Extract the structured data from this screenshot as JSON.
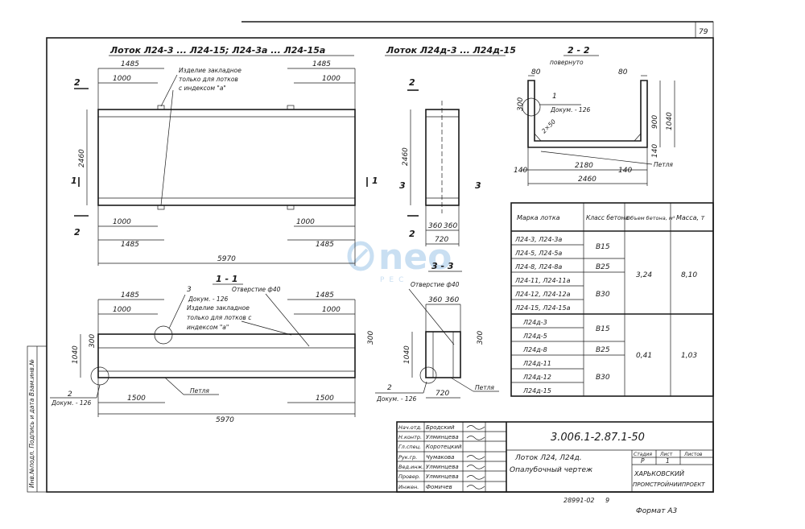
{
  "sheet": {
    "page_number": "79",
    "doc_code": "3.006.1-2.87.1-50",
    "title_line1": "Лоток Л24, Л24д.",
    "title_line2": "Опалубочный чертеж",
    "stage_head": "Стадия",
    "sheet_head": "Лист",
    "sheets_head": "Листов",
    "stage": "Р",
    "sheet": "1",
    "org_line1": "ХАРЬКОВСКИЙ",
    "org_line2": "ПРОМСТРОЙНИИПРОЕКТ",
    "archive_no": "28991-02",
    "archive_page": "9",
    "format": "Формат А3",
    "side_stamp": "Инв.№подл. Подпись и дата Взам.инв.№"
  },
  "watermark": {
    "logo": "neo",
    "sub": "PEC"
  },
  "signatures": [
    {
      "role": "Нач.отд.",
      "name": "Бродский"
    },
    {
      "role": "Н.контр.",
      "name": "Улминцева"
    },
    {
      "role": "Гл.спец.",
      "name": "Коротецкий"
    },
    {
      "role": "Рук.гр.",
      "name": "Чумакова"
    },
    {
      "role": "Вед.инж.",
      "name": "Улминцева"
    },
    {
      "role": "Провер.",
      "name": "Улминцева"
    },
    {
      "role": "Инжен.",
      "name": "Фомичев"
    }
  ],
  "plan_view": {
    "title": "Лоток Л24-3 ... Л24-15; Л24-3а ... Л24-15а",
    "note_line1": "Изделие закладное",
    "note_line2": "только для лотков",
    "note_line3": "с индексом \"а\"",
    "dims": {
      "top_left_outer": "1485",
      "top_left_inner": "1000",
      "top_right_outer": "1485",
      "top_right_inner": "1000",
      "height": "2460",
      "bottom_left_inner": "1000",
      "bottom_left_outer": "1485",
      "bottom_right_inner": "1000",
      "bottom_right_outer": "1485",
      "length": "5970"
    },
    "cut_2": "2",
    "cut_1": "1"
  },
  "end_view": {
    "title": "Лоток Л24д-3 ... Л24д-15",
    "dims": {
      "height": "2460",
      "w_left": "360",
      "w_right": "360",
      "width": "720"
    },
    "cut_2": "2",
    "cut_3": "3"
  },
  "section_22": {
    "title": "2 - 2",
    "subtitle": "повернуто",
    "ref_num": "1",
    "ref_doc": "Докум. - 126",
    "dims": {
      "wall_left": "80",
      "wall_right": "80",
      "top_left": "300",
      "chamfer": "2×50",
      "depth": "900",
      "total_h": "1040",
      "bottom_t": "140",
      "left_w": "140",
      "inner_w": "2180",
      "right_w": "140",
      "total_w": "2460"
    },
    "loop": "Петля"
  },
  "section_11": {
    "title": "1 - 1",
    "hole": "Отверстие ф40",
    "ref_num": "3",
    "ref_doc": "Докум. - 126",
    "note_line1": "Изделие закладное",
    "note_line2": "только для лотков с",
    "note_line3": "индексом \"а\"",
    "dims": {
      "left_outer": "1485",
      "left_inner": "1000",
      "right_outer": "1485",
      "right_inner": "1000",
      "height": "1040",
      "top_left": "300",
      "top_right": "300",
      "bot_left": "1500",
      "bot_right": "1500",
      "length": "5970"
    },
    "ref2_num": "2",
    "ref2_doc": "Докум. - 126",
    "loop": "Петля"
  },
  "section_33": {
    "title": "3 - 3",
    "hole": "Отверстие ф40",
    "dims": {
      "w_left": "360",
      "w_right": "360",
      "top_right": "300",
      "height": "1040",
      "width": "720"
    },
    "ref_num": "2",
    "ref_doc": "Докум. - 126",
    "loop": "Петля"
  },
  "spec_table": {
    "headers": [
      "Марка лотка",
      "Класс бетона",
      "Объем бетона, м³",
      "Масса, т"
    ],
    "group1_marks": [
      "Л24-3, Л24-3а",
      "Л24-5, Л24-5а",
      "Л24-8, Л24-8а",
      "Л24-11, Л24-11а",
      "Л24-12, Л24-12а",
      "Л24-15, Л24-15а"
    ],
    "group1_classes": [
      "В15",
      "В25",
      "В30"
    ],
    "group1_volume": "3,24",
    "group1_mass": "8,10",
    "group2_marks": [
      "Л24д-3",
      "Л24д-5",
      "Л24д-8",
      "Л24д-11",
      "Л24д-12",
      "Л24д-15"
    ],
    "group2_classes": [
      "В15",
      "В25",
      "В30"
    ],
    "group2_volume": "0,41",
    "group2_mass": "1,03"
  }
}
